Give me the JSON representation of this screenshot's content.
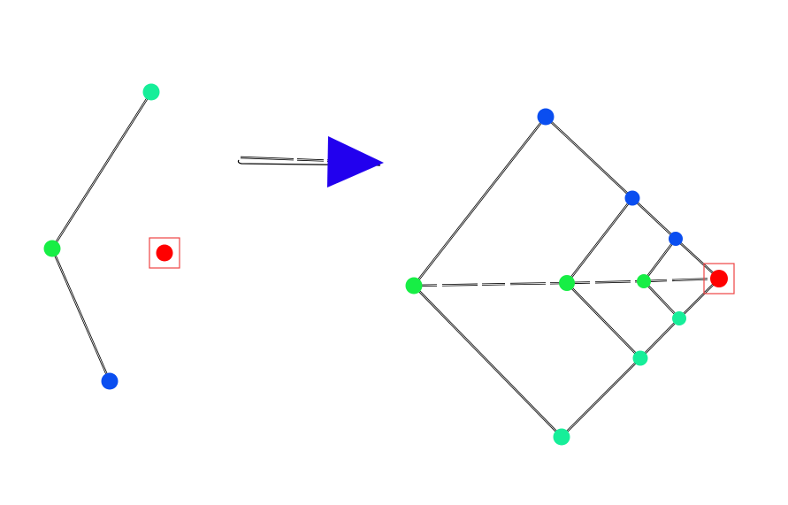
{
  "diagram": {
    "colors": {
      "node_teal": "#16ee99",
      "node_green": "#17ee45",
      "node_blue": "#0a4ef0",
      "node_red": "#ff0000",
      "marker": "#ee4444",
      "arrow": "#2200ee",
      "edge": "#222222"
    },
    "left_graph": {
      "nodes": [
        {
          "id": "a",
          "color": "node_teal"
        },
        {
          "id": "b",
          "color": "node_green"
        },
        {
          "id": "c",
          "color": "node_blue"
        },
        {
          "id": "r",
          "color": "node_red",
          "highlighted": true
        }
      ],
      "edges": [
        [
          "a",
          "b"
        ],
        [
          "b",
          "c"
        ]
      ]
    },
    "transform_arrow": {
      "style": "dashed",
      "head": "triangle"
    },
    "right_graph": {
      "nodes": [
        {
          "id": "top",
          "color": "node_blue"
        },
        {
          "id": "u1",
          "color": "node_blue"
        },
        {
          "id": "u2",
          "color": "node_blue"
        },
        {
          "id": "left",
          "color": "node_green"
        },
        {
          "id": "m1",
          "color": "node_green"
        },
        {
          "id": "m2",
          "color": "node_green"
        },
        {
          "id": "red",
          "color": "node_red",
          "highlighted": true
        },
        {
          "id": "d2",
          "color": "node_teal"
        },
        {
          "id": "d1",
          "color": "node_teal"
        },
        {
          "id": "bottom",
          "color": "node_teal"
        }
      ],
      "edges": [
        [
          "top",
          "left"
        ],
        [
          "top",
          "u1"
        ],
        [
          "u1",
          "u2"
        ],
        [
          "u2",
          "red"
        ],
        [
          "left",
          "bottom"
        ],
        [
          "bottom",
          "d1"
        ],
        [
          "d1",
          "d2"
        ],
        [
          "d2",
          "red"
        ],
        [
          "u1",
          "m1"
        ],
        [
          "m1",
          "d1"
        ],
        [
          "u2",
          "m2"
        ],
        [
          "m2",
          "d2"
        ]
      ],
      "dashed_edges": [
        [
          "left",
          "m1"
        ],
        [
          "m1",
          "m2"
        ],
        [
          "m2",
          "red"
        ]
      ]
    }
  }
}
